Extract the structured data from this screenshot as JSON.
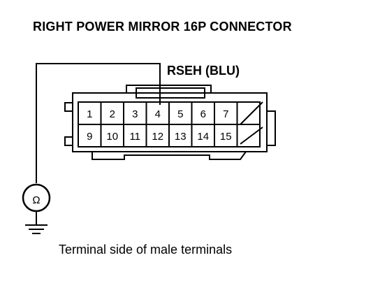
{
  "diagram": {
    "title": "RIGHT POWER MIRROR 16P CONNECTOR",
    "probe_label": "RSEH (BLU)",
    "caption": "Terminal side of male terminals",
    "meter_symbol": "Ω",
    "connector": {
      "top_row": [
        "1",
        "2",
        "3",
        "4",
        "5",
        "6",
        "7",
        ""
      ],
      "bottom_row": [
        "9",
        "10",
        "11",
        "12",
        "13",
        "14",
        "15",
        ""
      ],
      "probed_terminal": "4"
    },
    "icons": [
      "ohmmeter-icon",
      "ground-icon"
    ]
  }
}
